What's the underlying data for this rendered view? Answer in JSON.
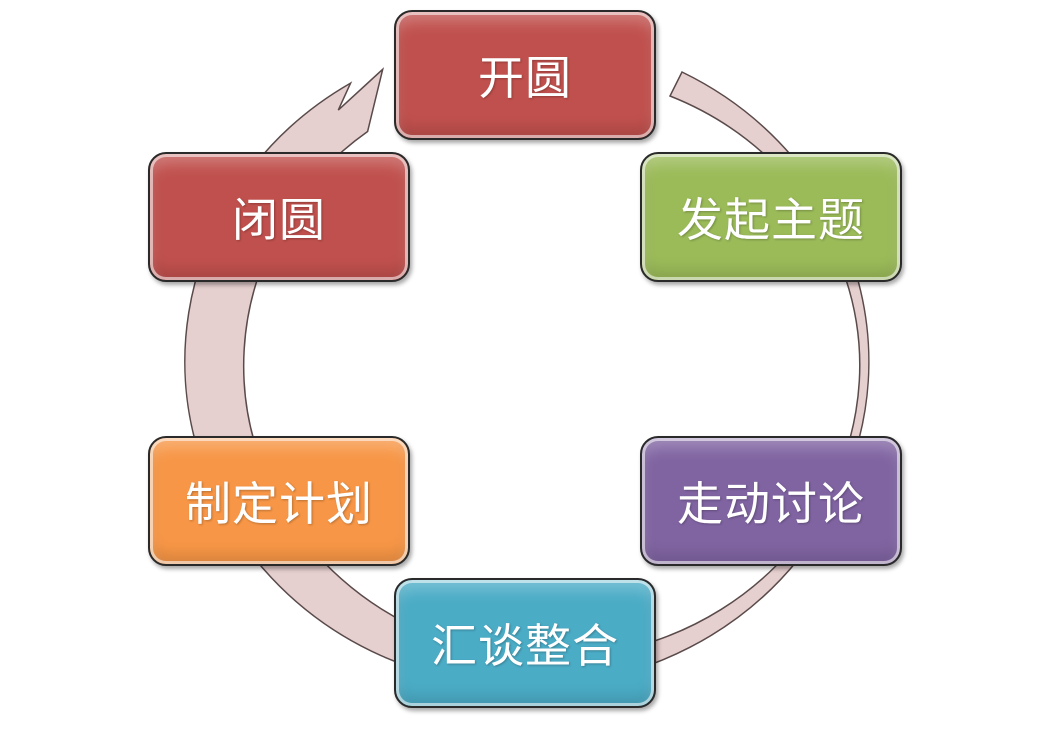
{
  "diagram": {
    "arrow_color": "#e6cfcf",
    "arrow_stroke": "#5a4a4a",
    "nodes": [
      {
        "label": "开圆",
        "color": "#c0504d"
      },
      {
        "label": "发起主题",
        "color": "#9bbb59"
      },
      {
        "label": "走动讨论",
        "color": "#8064a2"
      },
      {
        "label": "汇谈整合",
        "color": "#4bacc6"
      },
      {
        "label": "制定计划",
        "color": "#f79646"
      },
      {
        "label": "闭圆",
        "color": "#c0504d"
      }
    ]
  }
}
